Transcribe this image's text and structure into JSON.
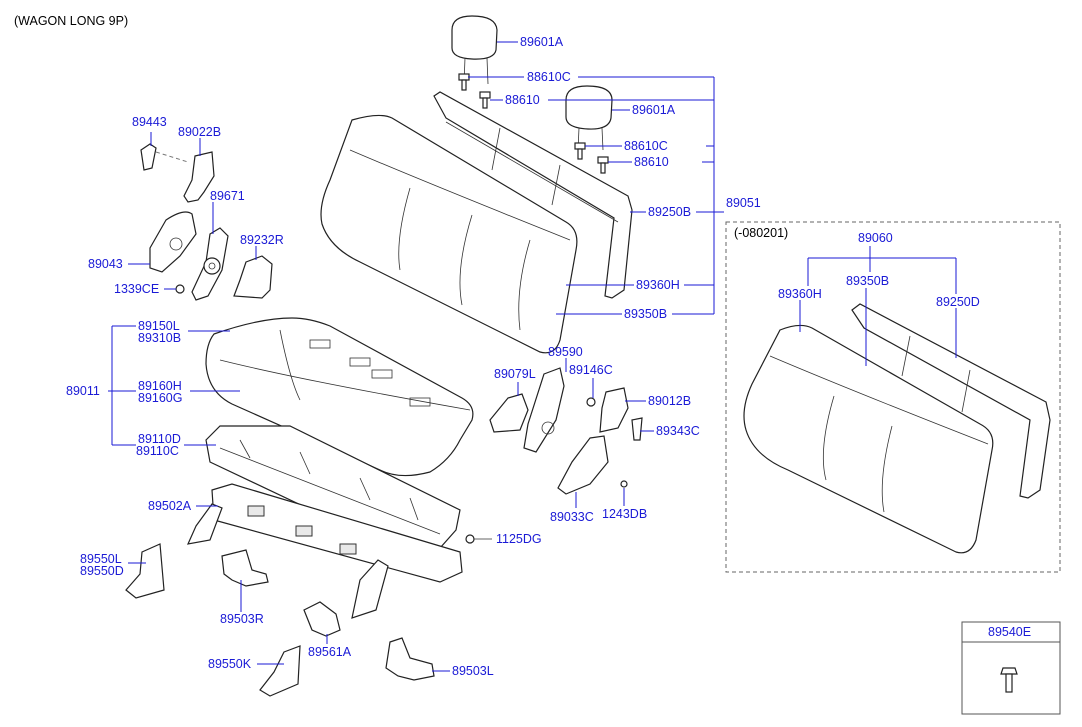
{
  "header": {
    "variant": "(WAGON LONG 9P)"
  },
  "inset": {
    "variant": "(-080201)"
  },
  "parts": {
    "p89601A_1": "89601A",
    "p88610C_1": "88610C",
    "p88610_1": "88610",
    "p89601A_2": "89601A",
    "p88610C_2": "88610C",
    "p88610_2": "88610",
    "p89250B": "89250B",
    "p89051": "89051",
    "p89360H": "89360H",
    "p89350B": "89350B",
    "p89443": "89443",
    "p89022B": "89022B",
    "p89671": "89671",
    "p89232R": "89232R",
    "p89043": "89043",
    "p1339CE": "1339CE",
    "p89150L": "89150L",
    "p89310B": "89310B",
    "p89011": "89011",
    "p89160H": "89160H",
    "p89160G": "89160G",
    "p89110D": "89110D",
    "p89110C": "89110C",
    "p89079L": "89079L",
    "p89590": "89590",
    "p89146C": "89146C",
    "p89012B": "89012B",
    "p89343C": "89343C",
    "p89033C": "89033C",
    "p1243DB": "1243DB",
    "p89502A": "89502A",
    "p1125DG": "1125DG",
    "p89550L": "89550L",
    "p89550D": "89550D",
    "p89503R": "89503R",
    "p89561A": "89561A",
    "p89550K": "89550K",
    "p89503L": "89503L",
    "p89060": "89060",
    "p89360H_i": "89360H",
    "p89350B_i": "89350B",
    "p89250D": "89250D",
    "p89540E": "89540E"
  }
}
